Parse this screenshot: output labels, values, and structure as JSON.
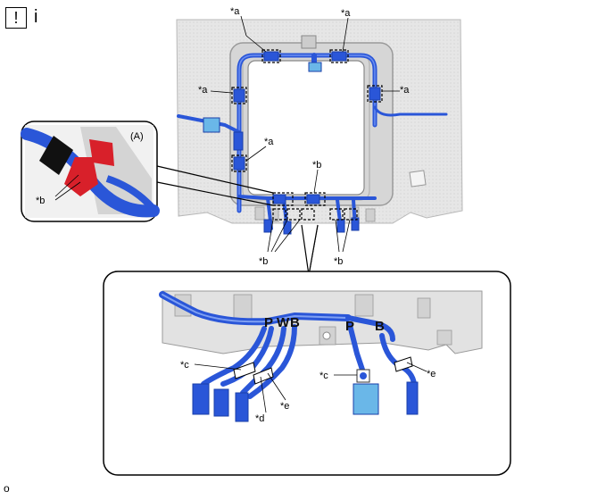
{
  "header": {
    "notice_symbol": "!",
    "notice_letter": "i"
  },
  "footer": {
    "corner_mark": "o"
  },
  "colors": {
    "harness": "#2a56d8",
    "harness_dark": "#1a3fa8",
    "panel": "#e4e4e4",
    "red_clip": "#d8202a"
  },
  "labels": {
    "a": "*a",
    "b": "*b",
    "c": "*c",
    "d": "*d",
    "e": "*e",
    "view_a": "(A)"
  },
  "wire_letters": {
    "p1": "P",
    "w": "W",
    "b1": "B",
    "p2": "P",
    "b2": "B"
  }
}
